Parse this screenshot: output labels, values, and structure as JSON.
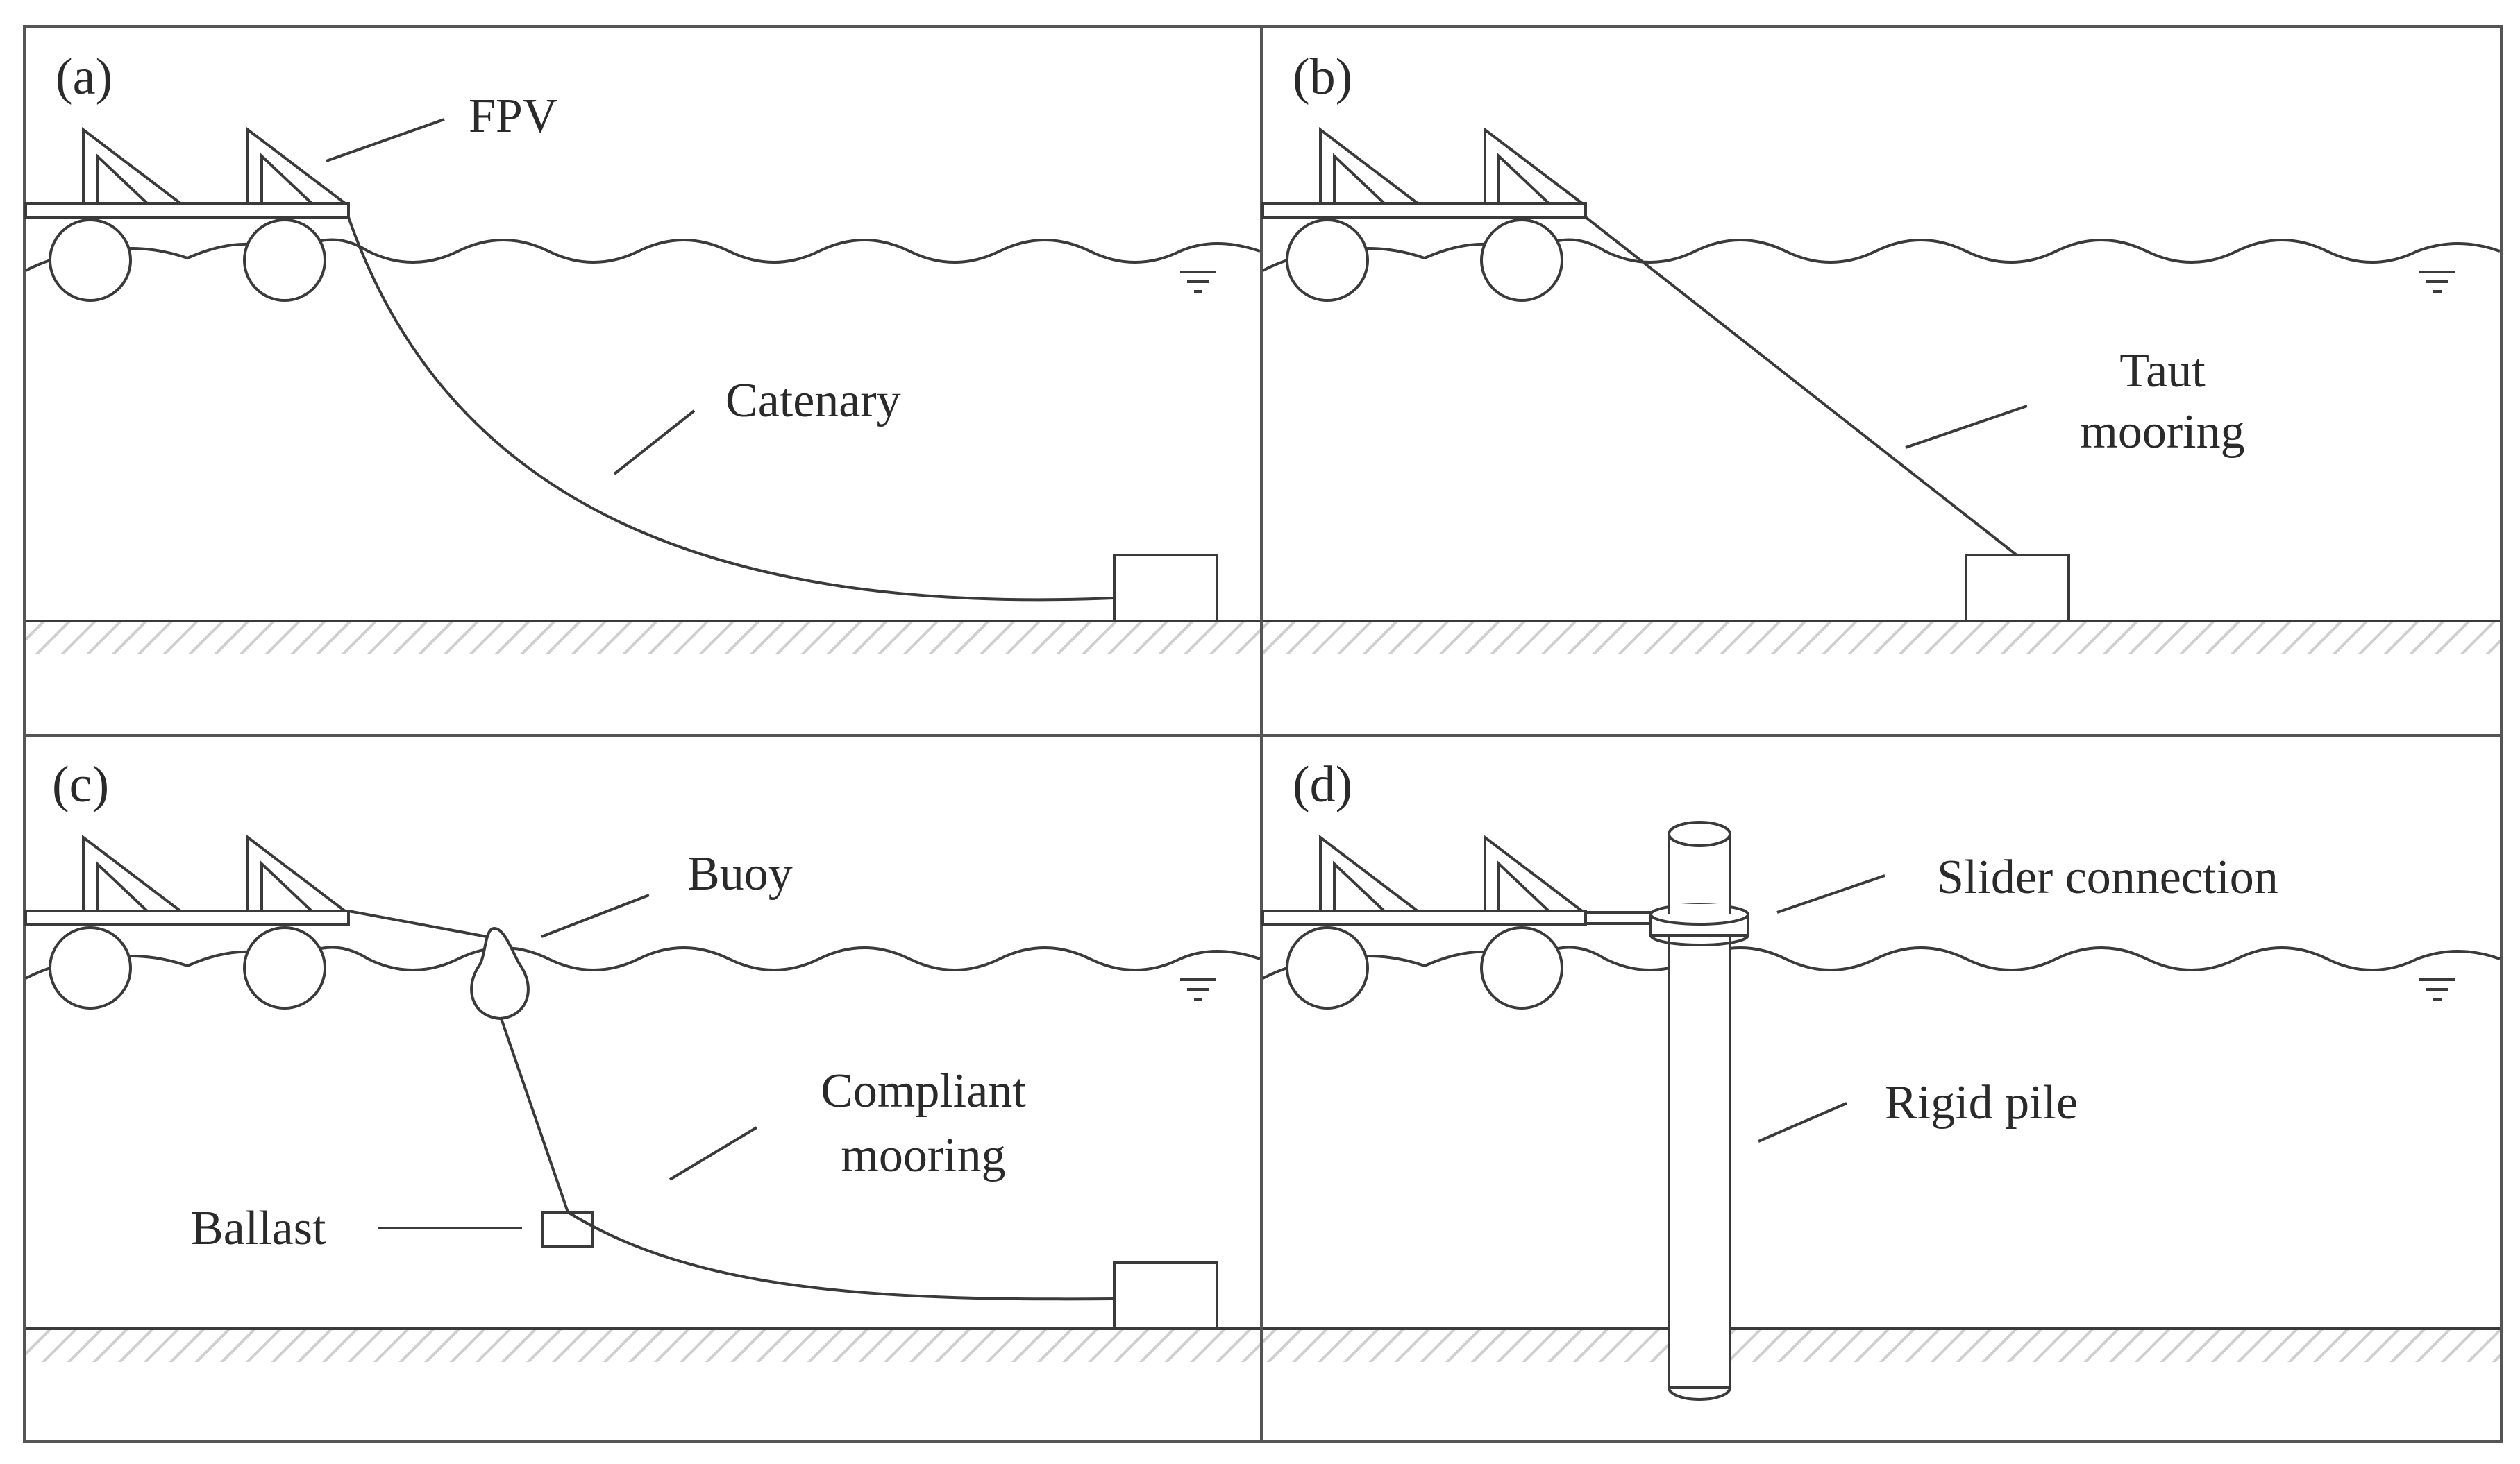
{
  "panels": {
    "a": {
      "tag": "(a)",
      "fpv": "FPV",
      "catenary": "Catenary"
    },
    "b": {
      "tag": "(b)",
      "taut_1": "Taut",
      "taut_2": "mooring"
    },
    "c": {
      "tag": "(c)",
      "buoy": "Buoy",
      "compliant_1": "Compliant",
      "compliant_2": "mooring",
      "ballast": "Ballast"
    },
    "d": {
      "tag": "(d)",
      "slider": "Slider connection",
      "pile": "Rigid pile"
    }
  },
  "colors": {
    "line": "#3a3a3a",
    "background": "#ffffff",
    "seabed_hatch": "#cfcfcf",
    "frame": "#555555"
  }
}
